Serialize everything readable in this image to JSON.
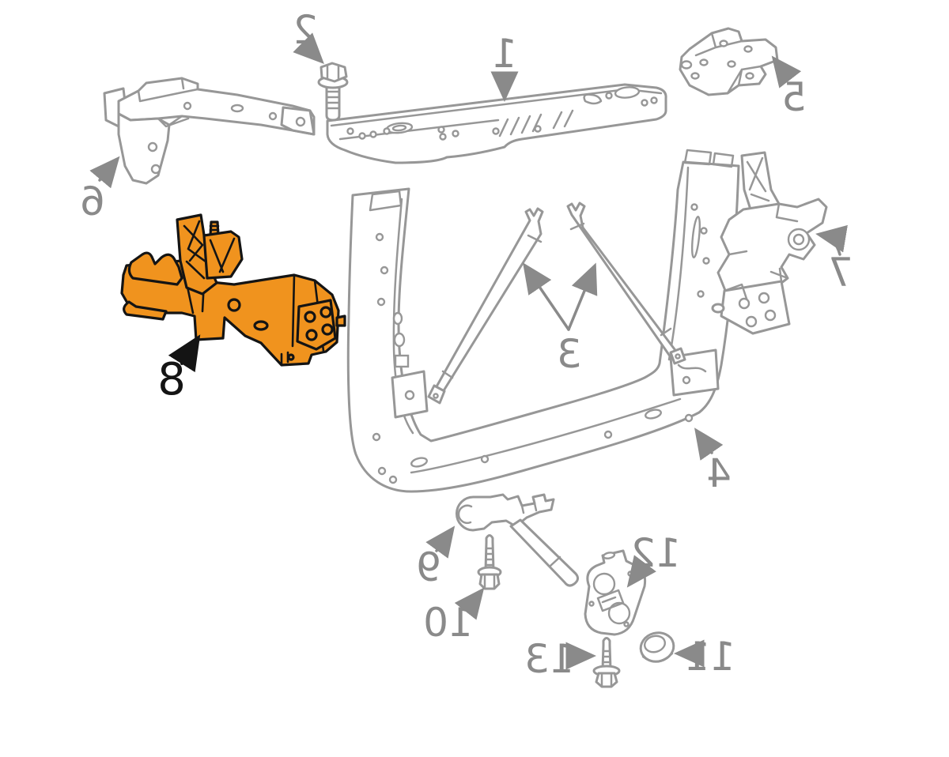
{
  "diagram": {
    "type": "exploded-parts-diagram",
    "background_color": "#ffffff",
    "line_color": "#979797",
    "label_color": "#8a8a8a",
    "labels_mirrored": true,
    "highlight": {
      "part_number": "8",
      "fill": "#F0931E",
      "outline": "#141414",
      "label_color": "#141414"
    },
    "callouts": [
      {
        "number": "1"
      },
      {
        "number": "2"
      },
      {
        "number": "3"
      },
      {
        "number": "4"
      },
      {
        "number": "5"
      },
      {
        "number": "6"
      },
      {
        "number": "7"
      },
      {
        "number": "8"
      },
      {
        "number": "9"
      },
      {
        "number": "10"
      },
      {
        "number": "11"
      },
      {
        "number": "12"
      },
      {
        "number": "13"
      }
    ]
  }
}
